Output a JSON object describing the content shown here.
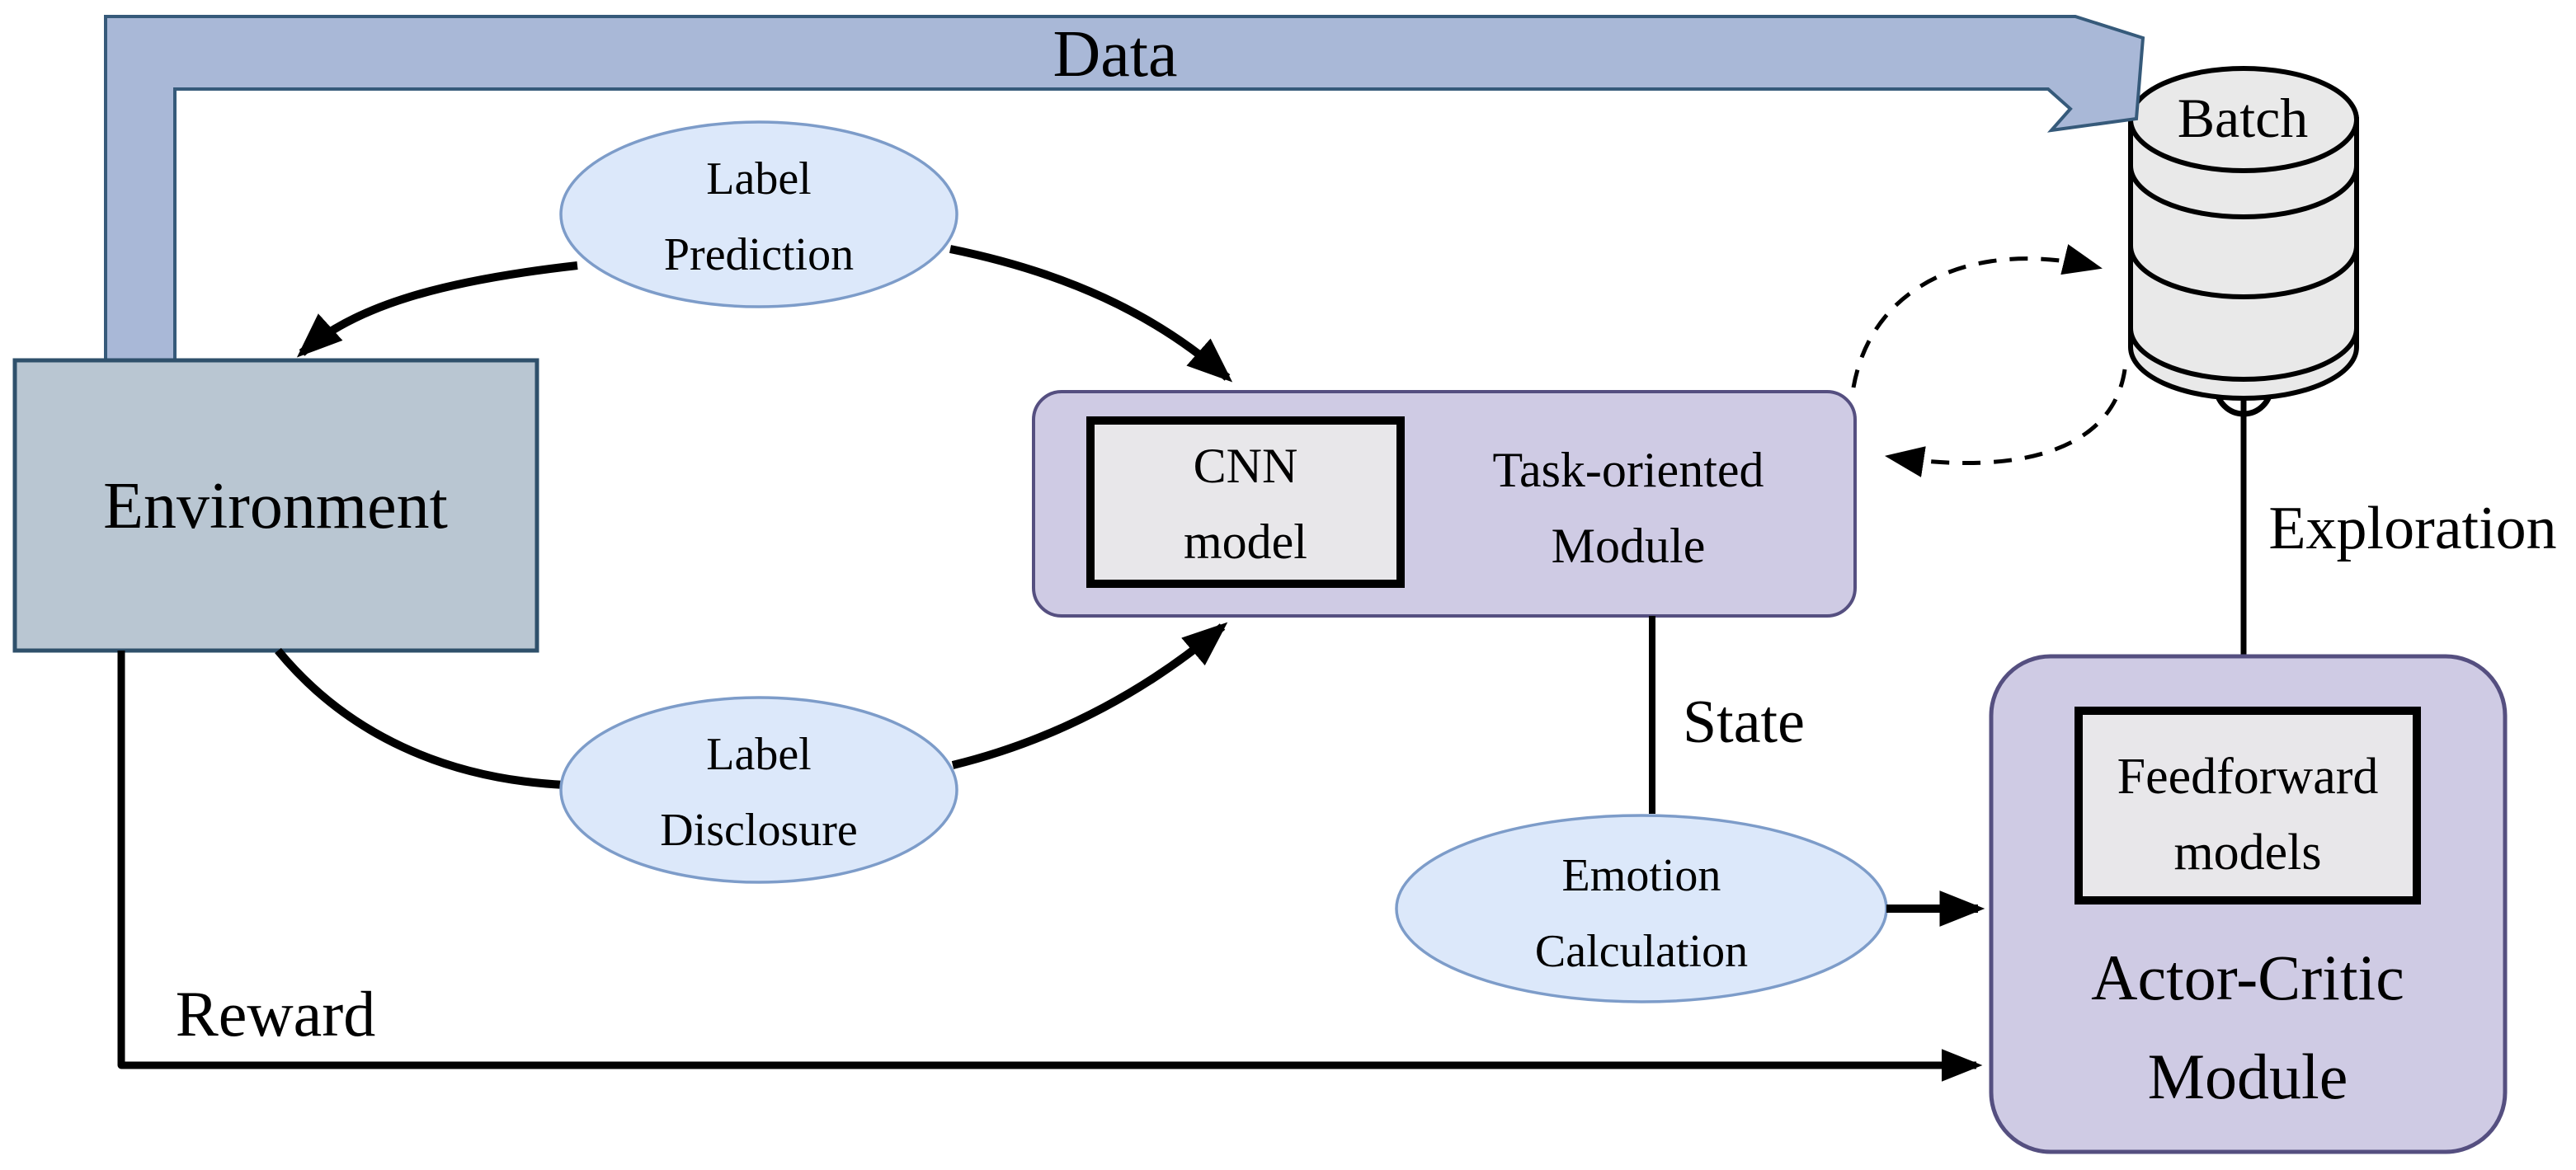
{
  "diagram": {
    "nodes": {
      "environment": {
        "label": "Environment"
      },
      "label_prediction": {
        "line1": "Label",
        "line2": "Prediction"
      },
      "label_disclosure": {
        "line1": "Label",
        "line2": "Disclosure"
      },
      "task_oriented_module": {
        "line1": "Task-oriented",
        "line2": "Module"
      },
      "cnn_model": {
        "line1": "CNN",
        "line2": "model"
      },
      "batch": {
        "label": "Batch"
      },
      "emotion_calculation": {
        "line1": "Emotion",
        "line2": "Calculation"
      },
      "actor_critic_module": {
        "line1": "Actor-Critic",
        "line2": "Module"
      },
      "feedforward_models": {
        "line1": "Feedforward",
        "line2": "models"
      }
    },
    "edge_labels": {
      "data": "Data",
      "reward": "Reward",
      "state": "State",
      "exploration": "Exploration"
    },
    "colors": {
      "data_band": "#a9b8d7",
      "data_band_border": "#365a7a",
      "environment_fill": "#b9c6d2",
      "environment_border": "#2f506b",
      "ellipse_fill": "#dce8fa",
      "ellipse_border": "#7d9cc9",
      "module_fill": "#cfcbe4",
      "module_border": "#554f80",
      "inner_box_fill": "#e8e7ea",
      "cylinder_fill": "#e9e9e9",
      "line": "#000000"
    }
  }
}
